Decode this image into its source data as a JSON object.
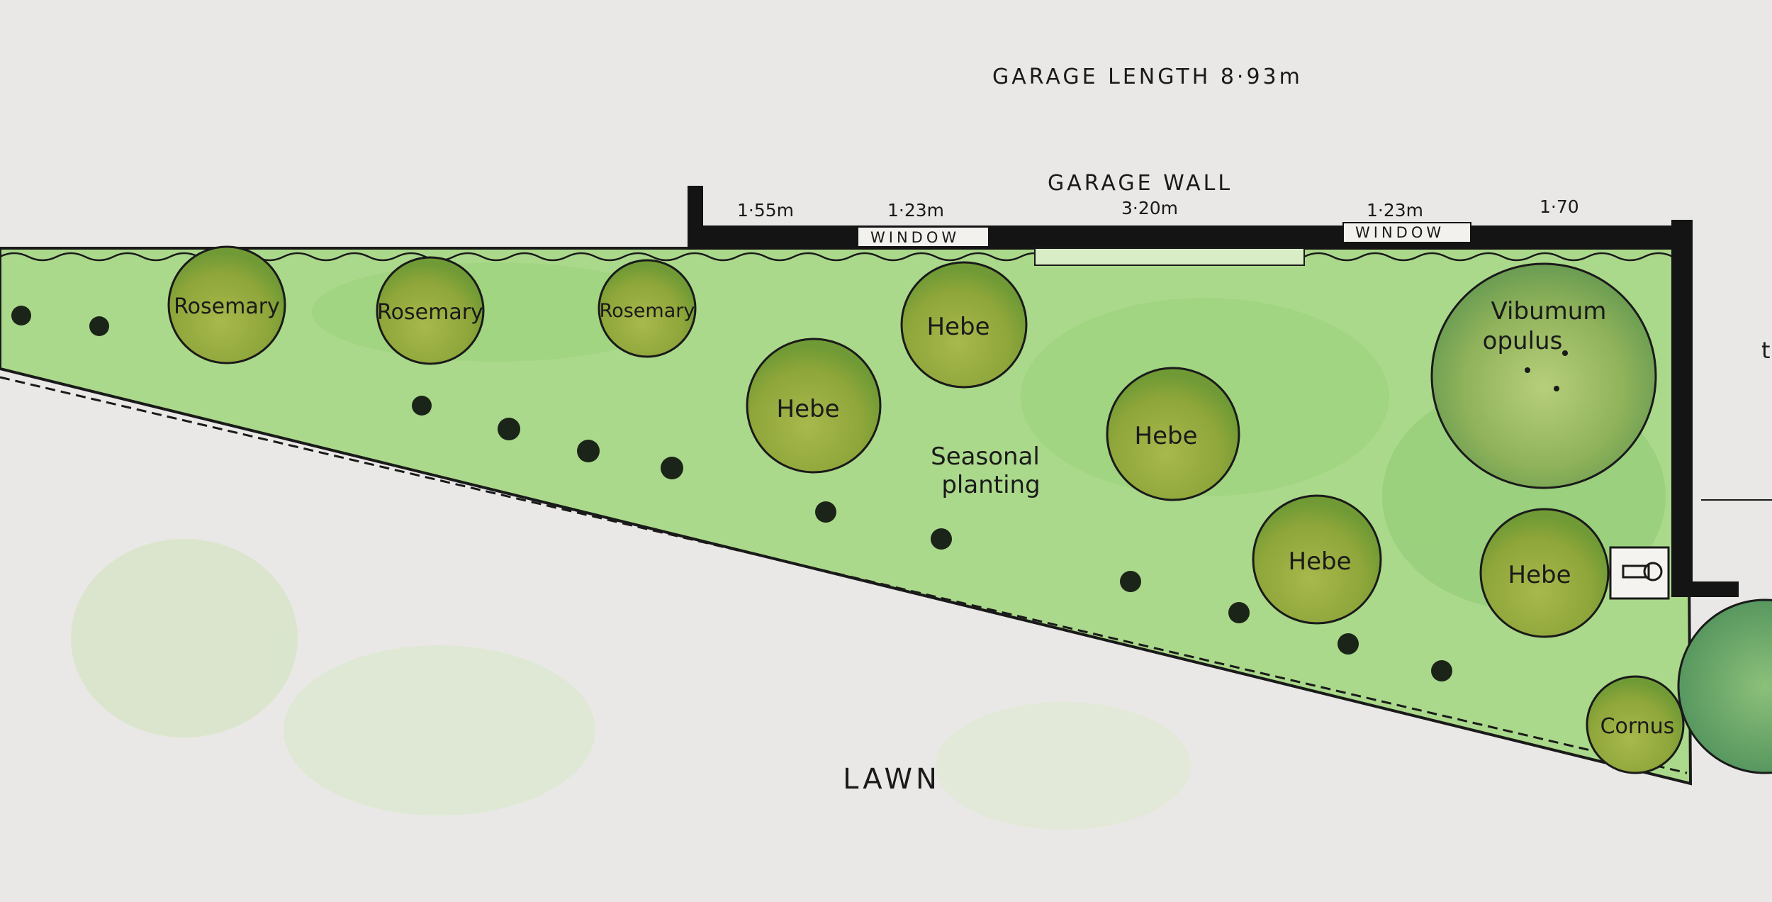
{
  "header": {
    "garage_length": "GARAGE LENGTH  8·93m",
    "garage_wall": "GARAGE  WALL"
  },
  "dimensions": [
    "1·55m",
    "1·23m",
    "3·20m",
    "1·23m",
    "1·70"
  ],
  "windows": [
    "WINDOW",
    "WINDOW"
  ],
  "plants": [
    {
      "name": "Rosemary"
    },
    {
      "name": "Rosemary"
    },
    {
      "name": "Rosemary"
    },
    {
      "name": "Hebe"
    },
    {
      "name": "Hebe"
    },
    {
      "name": "Hebe"
    },
    {
      "name": "Hebe"
    },
    {
      "name": "Hebe"
    },
    {
      "name": "Vibumum",
      "line2": "opulus"
    },
    {
      "name": "Cornus"
    }
  ],
  "labels": {
    "seasonal_1": "Seasonal",
    "seasonal_2": "planting",
    "lawn": "LAWN",
    "edge_letter": "t"
  },
  "colors": {
    "paper": "#e9e8e6",
    "bed_green": "#a9d98a",
    "shrub_green": "#9fb44a",
    "wall": "#141414"
  }
}
